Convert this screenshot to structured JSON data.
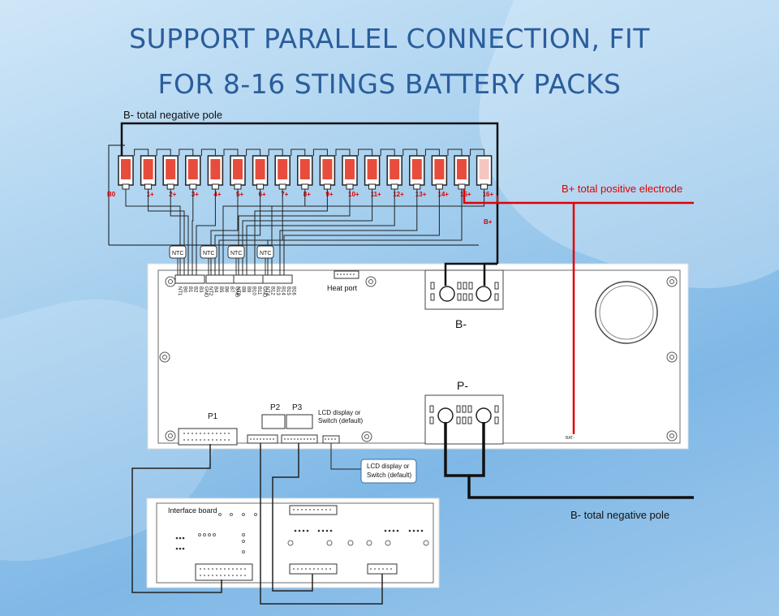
{
  "heading": {
    "line1": "SUPPORT PARALLEL CONNECTION, FIT",
    "line2": "FOR 8-16 STINGS BATTERY PACKS"
  },
  "labels": {
    "b_minus_top": "B- total negative pole",
    "b_plus_electrode": "B+ total positive electrode",
    "b_minus_bottom": "B- total negative pole",
    "b_plus_small": "B+",
    "heat_port": "Heat port",
    "b_minus_terminal": "B-",
    "p_minus_terminal": "P-",
    "p1": "P1",
    "p2": "P2",
    "p3": "P3",
    "lcd_board_line1": "LCD display or",
    "lcd_board_line2": "Switch (default)",
    "lcd_callout_line1": "LCD display or",
    "lcd_callout_line2": "Switch (default)",
    "interface_board": "Interface board",
    "bat_minus": "BAT-",
    "ntc": "NTC"
  },
  "cells": [
    "B0",
    "1+",
    "2+",
    "3+",
    "4+",
    "5+",
    "6+",
    "7+",
    "8+",
    "9+",
    "10+",
    "11+",
    "12+",
    "13+",
    "14+",
    "15+",
    "16+"
  ],
  "connector_pins": [
    [
      "NT1",
      "B0",
      "B1",
      "B2",
      "B3",
      "GND"
    ],
    [
      "NT2",
      "B4",
      "B5",
      "B6",
      "B7",
      "GND"
    ],
    [
      "NT3",
      "B8",
      "B9",
      "B10",
      "B11",
      "GND"
    ],
    [
      "NT4",
      "B12",
      "B13",
      "B14",
      "B15",
      "B16"
    ]
  ],
  "colors": {
    "heading": "#2a5d9c",
    "wire_red": "#e00000",
    "wire_black": "#111111",
    "cell_fill": "#e74c3c"
  }
}
